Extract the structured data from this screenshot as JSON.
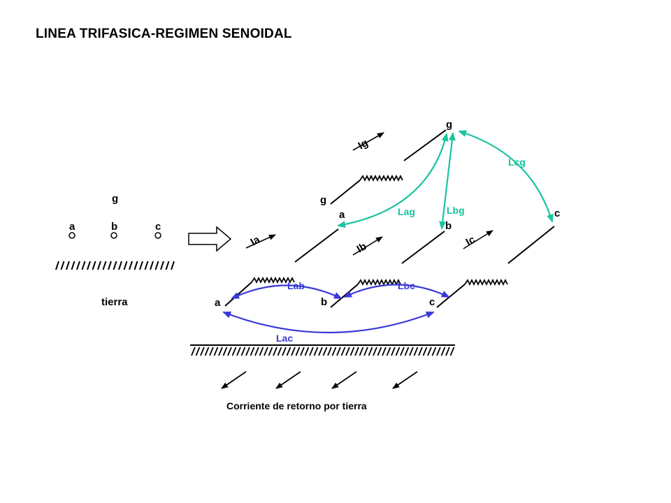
{
  "title": "LINEA TRIFASICA-REGIMEN SENOIDAL",
  "cross_section": {
    "labels": {
      "g": "g",
      "a": "a",
      "b": "b",
      "c": "c"
    },
    "ground_label": "tierra"
  },
  "line": {
    "top_nodes": {
      "g": "g",
      "a": "a",
      "b": "b",
      "c": "c"
    },
    "bottom_nodes": {
      "a": "a",
      "b": "b",
      "c": "c"
    },
    "currents": {
      "ig": "Ig",
      "ia": "Ia",
      "ib": "Ib",
      "ic": "Ic"
    }
  },
  "mutual_inductances": {
    "lag": "Lag",
    "lbg": "Lbg",
    "lcg": "Lcg",
    "lab": "Lab",
    "lbc": "Lbc",
    "lac": "Lac"
  },
  "ground_return_label": "Corriente de retorno por tierra",
  "colors": {
    "green": "#19c3a0",
    "blue": "#3a3ad6",
    "black": "#000000"
  }
}
